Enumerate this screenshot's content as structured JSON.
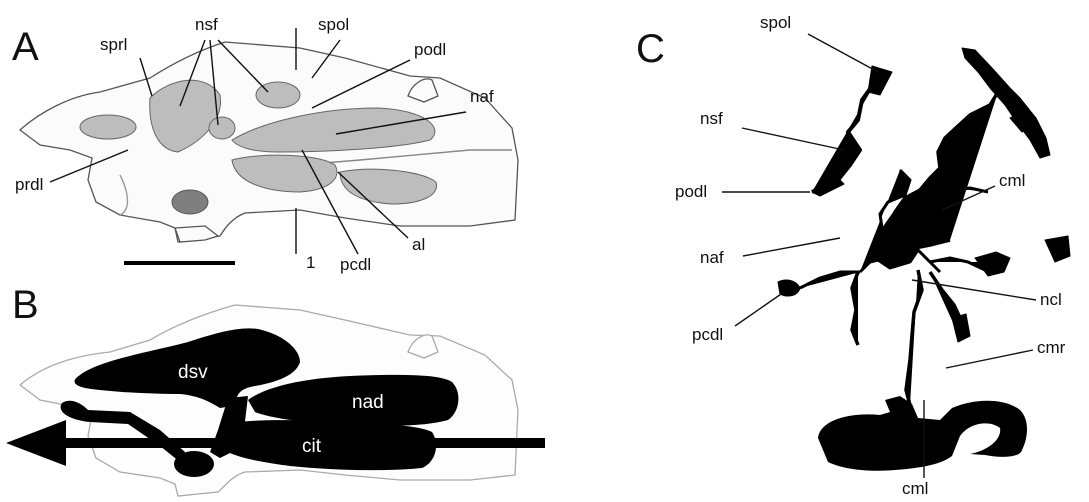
{
  "panels": {
    "A": {
      "letter": "A",
      "labels": {
        "sprl": "sprl",
        "nsf": "nsf",
        "spol": "spol",
        "podl": "podl",
        "naf": "naf",
        "prdl": "prdl",
        "pcdl": "pcdl",
        "al": "al",
        "section_mark": "1"
      }
    },
    "B": {
      "letter": "B",
      "labels": {
        "dsv": "dsv",
        "nad": "nad",
        "cit": "cit"
      }
    },
    "C": {
      "letter": "C",
      "labels": {
        "spol": "spol",
        "nsf": "nsf",
        "podl": "podl",
        "cml_top": "cml",
        "naf": "naf",
        "ncl": "ncl",
        "pcdl": "pcdl",
        "cmr": "cmr",
        "cml_bottom": "cml"
      }
    }
  }
}
